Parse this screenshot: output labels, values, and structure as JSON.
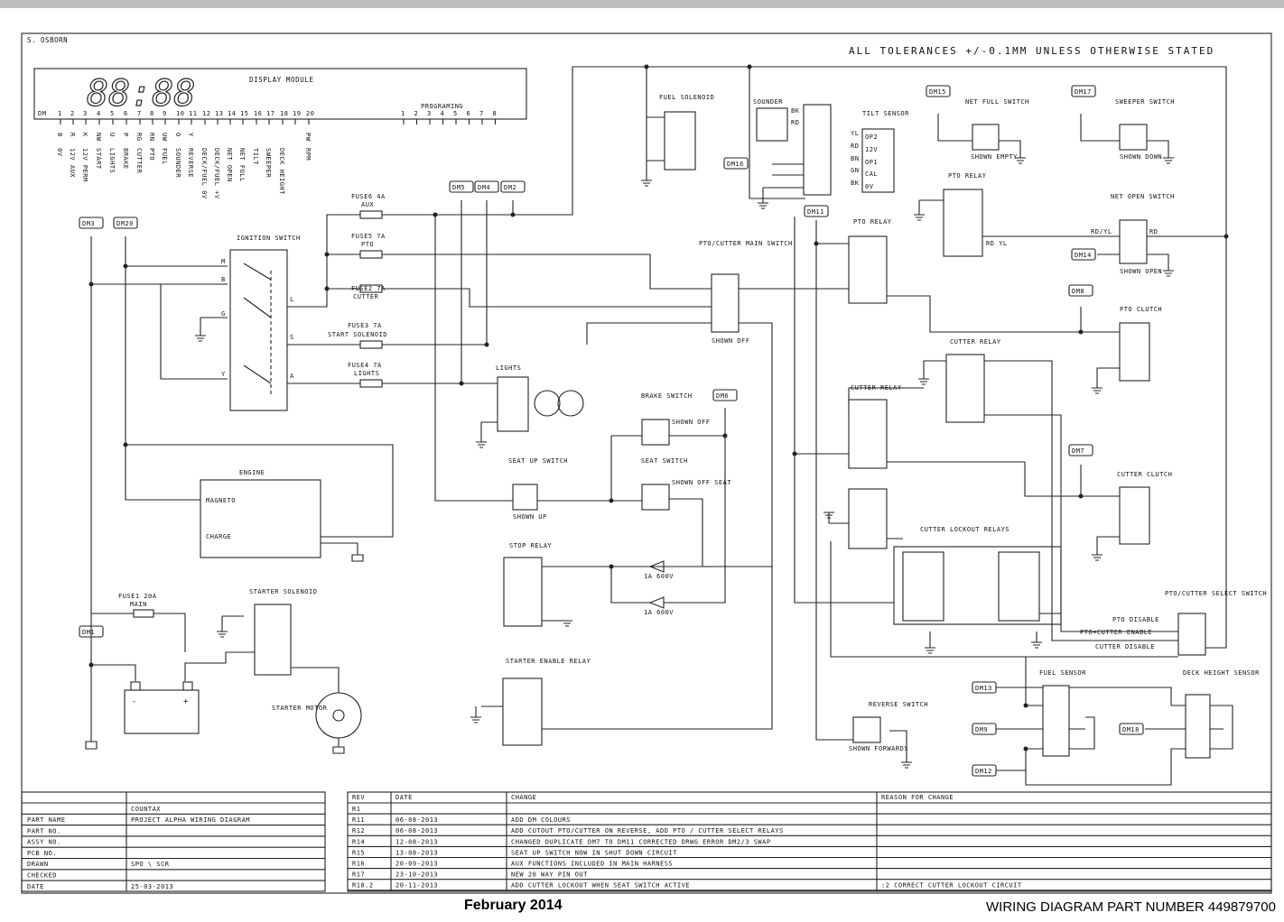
{
  "header": {
    "author": "S. OSBORN",
    "tolerance_note": "ALL TOLERANCES +/-0.1MM UNLESS OTHERWISE STATED"
  },
  "display_module": {
    "title": "DISPLAY MODULE",
    "digits": "88:88",
    "dm_label": "DM",
    "pins": [
      "1",
      "2",
      "3",
      "4",
      "5",
      "6",
      "7",
      "8",
      "9",
      "10",
      "11",
      "12",
      "13",
      "14",
      "15",
      "16",
      "17",
      "18",
      "19",
      "20"
    ],
    "pin_letters": [
      "B",
      "R",
      "K",
      "NW",
      "U",
      "P",
      "RG",
      "RN",
      "UW",
      "O",
      "Y",
      "",
      "",
      "",
      "",
      "",
      "",
      "",
      "",
      "PW"
    ],
    "pin_functions": [
      "0V",
      "12V AUX",
      "12V PERM",
      "START",
      "LIGHTS",
      "BRAKE",
      "CUTTER",
      "PTO",
      "FUEL",
      "SOUNDER",
      "REVERSE",
      "DECK/FUEL 0V",
      "DECK/FUEL +V",
      "NET OPEN",
      "NET FULL",
      "TILT",
      "SWEEPER",
      "DECK HEIGHT",
      "",
      "RPM"
    ],
    "programing_label": "PROGRAMING",
    "programing_pins": [
      "1",
      "2",
      "3",
      "4",
      "5",
      "6",
      "7",
      "8"
    ]
  },
  "connectors": [
    "DM1",
    "DM2",
    "DM3",
    "DM4",
    "DM5",
    "DM6",
    "DM7",
    "DM8",
    "DM9",
    "DM11",
    "DM12",
    "DM13",
    "DM14",
    "DM15",
    "DM16",
    "DM17",
    "DM18",
    "DM20"
  ],
  "components": {
    "ignition_switch": "IGNITION SWITCH",
    "ign_terms": [
      "M",
      "B",
      "G",
      "Y",
      "L",
      "S",
      "A"
    ],
    "fuses": [
      {
        "name": "FUSE6 4A",
        "fn": "AUX"
      },
      {
        "name": "FUSE5 7A",
        "fn": "PTO"
      },
      {
        "name": "FUSE2 7A",
        "fn": "CUTTER"
      },
      {
        "name": "FUSE3 7A",
        "fn": "START SOLENOID"
      },
      {
        "name": "FUSE4 7A",
        "fn": "LIGHTS"
      }
    ],
    "fuse_main": "FUSE1 20A",
    "fuse_main_sub": "MAIN",
    "engine": "ENGINE",
    "magneto": "MAGNETO",
    "charge": "CHARGE",
    "starter_solenoid": "STARTER SOLENOID",
    "starter_motor": "STARTER MOTOR",
    "lights": "LIGHTS",
    "fuel_solenoid": "FUEL SOLENOID",
    "sounder": "SOUNDER",
    "tilt_sensor": "TILT SENSOR",
    "tilt_wires": [
      "BK",
      "RD",
      "YL",
      "RD",
      "BN",
      "GN",
      "BK"
    ],
    "tilt_pins": [
      "OP2",
      "12V",
      "OP1",
      "CAL",
      "0V"
    ],
    "net_full_switch": "NET FULL SWITCH",
    "net_full_state": "SHOWN EMPTY",
    "sweeper_switch": "SWEEPER SWITCH",
    "sweeper_state": "SHOWN DOWN",
    "net_open_switch": "NET OPEN SWITCH",
    "net_open_state": "SHOWN OPEN",
    "net_open_wires": [
      "RD/YL",
      "RD"
    ],
    "pto_relay": "PTO RELAY",
    "pto_relay_wires": "RD YL",
    "pto_cutter_main": "PTO/CUTTER MAIN SWITCH",
    "pto_cutter_main_state": "SHOWN OFF",
    "pto_clutch": "PTO CLUTCH",
    "cutter_relay": "CUTTER RELAY",
    "cutter_clutch": "CUTTER CLUTCH",
    "cutter_lockout_relays": "CUTTER LOCKOUT RELAYS",
    "brake_switch": "BRAKE SWITCH",
    "brake_state": "SHOWN OFF",
    "seat_up_switch": "SEAT UP SWITCH",
    "seat_up_state": "SHOWN UP",
    "seat_switch": "SEAT SWITCH",
    "seat_state": "SHOWN OFF SEAT",
    "stop_relay": "STOP RELAY",
    "diode": "1A 600V",
    "starter_enable_relay": "STARTER ENABLE RELAY",
    "reverse_switch": "REVERSE SWITCH",
    "reverse_state": "SHOWN FORWARDS",
    "pto_cutter_select": "PTO/CUTTER SELECT SWITCH",
    "select_positions": [
      "PTO DISABLE",
      "PTO+CUTTER ENABLE",
      "CUTTER DISABLE"
    ],
    "fuel_sensor": "FUEL SENSOR",
    "deck_height_sensor": "DECK HEIGHT SENSOR"
  },
  "title_block": {
    "company": "COUNTAX",
    "rows": [
      {
        "label": "PART NAME",
        "value": "PROJECT ALPHA WIRING DIAGRAM"
      },
      {
        "label": "PART NO.",
        "value": ""
      },
      {
        "label": "ASSY NO.",
        "value": ""
      },
      {
        "label": "PCB NO.",
        "value": ""
      },
      {
        "label": "DRAWN",
        "value": "SPO \\ SCR"
      },
      {
        "label": "CHECKED",
        "value": ""
      },
      {
        "label": "DATE",
        "value": "25-03-2013"
      }
    ]
  },
  "revisions": {
    "headers": [
      "REV",
      "DATE",
      "CHANGE",
      "REASON FOR CHANGE"
    ],
    "rows": [
      {
        "rev": "R1",
        "date": "",
        "change": "",
        "reason": ""
      },
      {
        "rev": "R11",
        "date": "06-08-2013",
        "change": "ADD DM COLOURS",
        "reason": ""
      },
      {
        "rev": "R12",
        "date": "06-08-2013",
        "change": "ADD CUTOUT PTO/CUTTER ON REVERSE, ADD PTO / CUTTER SELECT RELAYS",
        "reason": ""
      },
      {
        "rev": "R14",
        "date": "12-08-2013",
        "change": "CHANGED DUPLICATE DM7 TO DM11     CORRECTED DRWG ERROR DM2/3 SWAP",
        "reason": ""
      },
      {
        "rev": "R15",
        "date": "13-08-2013",
        "change": "SEAT UP SWITCH NOW IN SHUT DOWN CIRCUIT",
        "reason": ""
      },
      {
        "rev": "R16",
        "date": "20-09-2013",
        "change": "AUX FUNCTIONS INCLUDED IN MAIN HARNESS",
        "reason": ""
      },
      {
        "rev": "R17",
        "date": "23-10-2013",
        "change": "NEW 20 WAY PIN OUT",
        "reason": ""
      },
      {
        "rev": "R18.2",
        "date": "20-11-2013",
        "change": "ADD CUTTER LOCKOUT WHEN SEAT SWITCH ACTIVE",
        "reason": ":2 CORRECT CUTTER LOCKOUT CIRCUIT"
      }
    ]
  },
  "footer": {
    "month": "February 2014",
    "part_number": "WIRING DIAGRAM PART NUMBER 449879700"
  }
}
